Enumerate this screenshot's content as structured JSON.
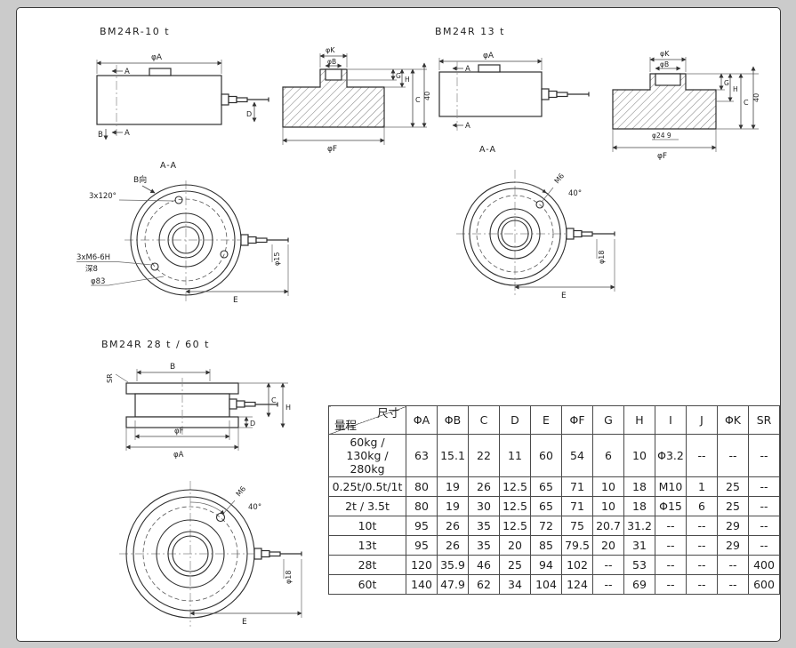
{
  "d1": {
    "title": "BM24R-10 t",
    "phiA": "φA",
    "A_top": "A",
    "A_bot": "A",
    "B": "B",
    "D": "D",
    "phiK": "φK",
    "phiB": "φB",
    "G": "G",
    "H": "H",
    "C": "C",
    "forty": "40",
    "phiF": "φF",
    "section": "A-A",
    "b_dir": "B向",
    "pattern": "3x120°",
    "thread": "3xM6-6H",
    "depth": "深8",
    "phi83": "φ83",
    "phi15": "φ15",
    "E": "E"
  },
  "d2": {
    "title": "BM24R  13 t",
    "phiA": "φA",
    "A_top": "A",
    "A_bot": "A",
    "section": "A-A",
    "phiK": "φK",
    "phiB": "φB",
    "G": "G",
    "H": "H",
    "C": "C",
    "forty": "40",
    "phi24": "φ24 9",
    "phiF": "φF",
    "M6": "M6",
    "angle": "40°",
    "phi18": "φ18",
    "E": "E"
  },
  "d3": {
    "title": "BM24R  28 t / 60 t",
    "SR": "SR",
    "B": "B",
    "C": "C",
    "H": "H",
    "D": "D",
    "phiF": "φF",
    "phiA": "φA",
    "M6": "M6",
    "angle": "40°",
    "phi18": "φ18",
    "E": "E"
  },
  "table": {
    "corner_top": "尺寸",
    "corner_bottom": "量程",
    "headers": [
      "ΦA",
      "ΦB",
      "C",
      "D",
      "E",
      "ΦF",
      "G",
      "H",
      "I",
      "J",
      "ΦK",
      "SR"
    ],
    "rows": [
      {
        "range": "60kg / 130kg / 280kg",
        "values": [
          "63",
          "15.1",
          "22",
          "11",
          "60",
          "54",
          "6",
          "10",
          "Φ3.2",
          "--",
          "--",
          "--"
        ]
      },
      {
        "range": "0.25t/0.5t/1t",
        "values": [
          "80",
          "19",
          "26",
          "12.5",
          "65",
          "71",
          "10",
          "18",
          "M10",
          "1",
          "25",
          "--"
        ]
      },
      {
        "range": "2t / 3.5t",
        "values": [
          "80",
          "19",
          "30",
          "12.5",
          "65",
          "71",
          "10",
          "18",
          "Φ15",
          "6",
          "25",
          "--"
        ]
      },
      {
        "range": "10t",
        "values": [
          "95",
          "26",
          "35",
          "12.5",
          "72",
          "75",
          "20.7",
          "31.2",
          "--",
          "--",
          "29",
          "--"
        ]
      },
      {
        "range": "13t",
        "values": [
          "95",
          "26",
          "35",
          "20",
          "85",
          "79.5",
          "20",
          "31",
          "--",
          "--",
          "29",
          "--"
        ]
      },
      {
        "range": "28t",
        "values": [
          "120",
          "35.9",
          "46",
          "25",
          "94",
          "102",
          "--",
          "53",
          "--",
          "--",
          "--",
          "400"
        ]
      },
      {
        "range": "60t",
        "values": [
          "140",
          "47.9",
          "62",
          "34",
          "104",
          "124",
          "--",
          "69",
          "--",
          "--",
          "--",
          "600"
        ]
      }
    ]
  }
}
